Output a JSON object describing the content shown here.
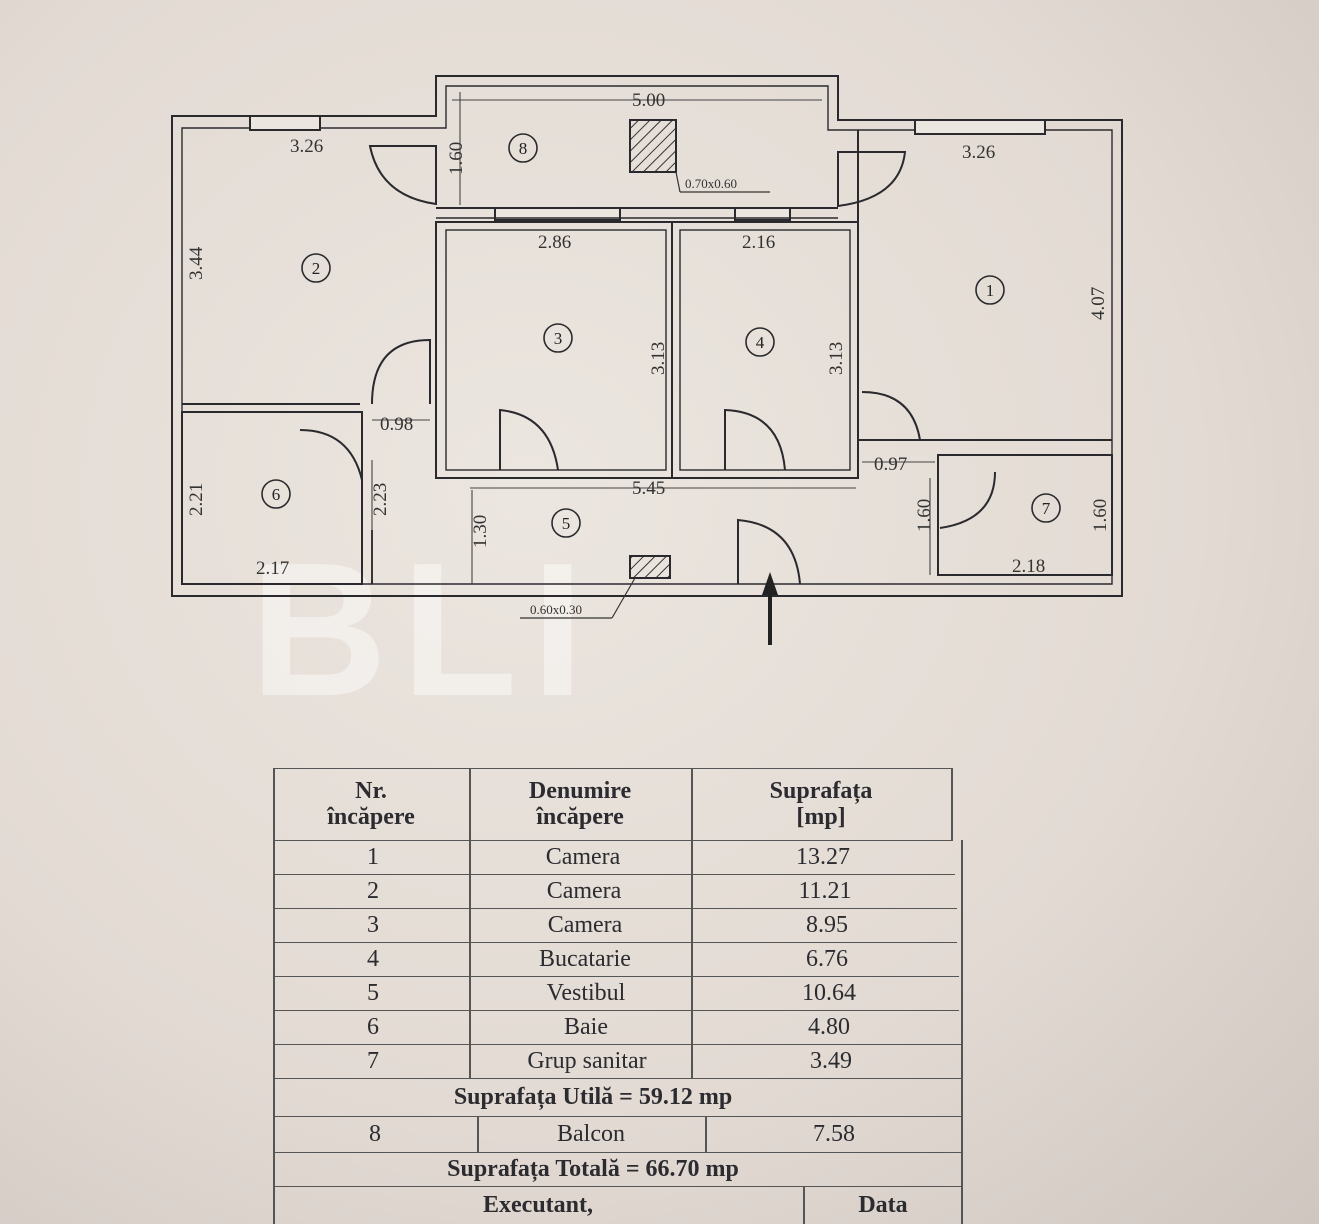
{
  "plan": {
    "rooms": [
      {
        "num": "1"
      },
      {
        "num": "2"
      },
      {
        "num": "3"
      },
      {
        "num": "4"
      },
      {
        "num": "5"
      },
      {
        "num": "6"
      },
      {
        "num": "7"
      },
      {
        "num": "8"
      }
    ],
    "dimensions": {
      "balcony_width": "5.00",
      "balcony_depth": "1.60",
      "room2_width": "3.26",
      "room2_height": "3.44",
      "room1_width": "3.26",
      "room1_height": "4.07",
      "room3_width": "2.86",
      "room3_height": "3.13",
      "room4_width": "2.16",
      "room4_height": "3.13",
      "hall_width": "5.45",
      "hall_depth": "1.30",
      "door_left": "0.98",
      "door_right": "0.97",
      "room6_height": "2.21",
      "room6_width": "2.17",
      "room6_side": "2.23",
      "room7_height": "1.60",
      "room7_side": "1.60",
      "room7_width": "2.18",
      "shaft_top": "0.70x0.60",
      "shaft_bottom": "0.60x0.30"
    },
    "watermark": "BLI"
  },
  "table": {
    "headers": {
      "nr": [
        "Nr.",
        "încăpere"
      ],
      "name": [
        "Denumire",
        "încăpere"
      ],
      "area": [
        "Suprafața",
        "[mp]"
      ]
    },
    "rows": [
      {
        "nr": "1",
        "name": "Camera",
        "area": "13.27"
      },
      {
        "nr": "2",
        "name": "Camera",
        "area": "11.21"
      },
      {
        "nr": "3",
        "name": "Camera",
        "area": "8.95"
      },
      {
        "nr": "4",
        "name": "Bucatarie",
        "area": "6.76"
      },
      {
        "nr": "5",
        "name": "Vestibul",
        "area": "10.64"
      },
      {
        "nr": "6",
        "name": "Baie",
        "area": "4.80"
      },
      {
        "nr": "7",
        "name": "Grup sanitar",
        "area": "3.49"
      }
    ],
    "util_total": "Suprafața Utilă = 59.12 mp",
    "balcony_row": {
      "nr": "8",
      "name": "Balcon",
      "area": "7.58"
    },
    "grand_total": "Suprafața Totală = 66.70 mp",
    "footer": {
      "executant": "Executant,",
      "date": "Data"
    }
  },
  "colors": {
    "paper": "#e4ddd6",
    "ink": "#2a2a2e"
  }
}
